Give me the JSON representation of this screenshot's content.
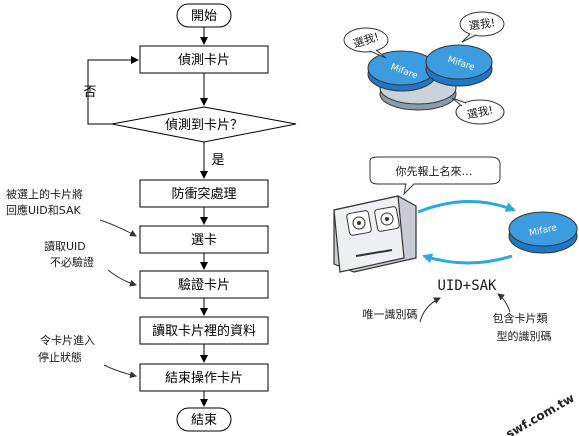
{
  "flowchart": {
    "start": "開始",
    "detect_card": "偵測卡片",
    "decision": "偵測到卡片？",
    "no_label": "否",
    "yes_label": "是",
    "anti_collision": "防衝突處理",
    "select_card": "選卡",
    "authenticate": "驗證卡片",
    "read_data": "讀取卡片裡的資料",
    "halt_card": "結束操作卡片",
    "end": "結束"
  },
  "annotations": {
    "selected_line1": "被選上的卡片將",
    "selected_line2": "回應UID和SAK",
    "read_uid_line1": "讀取UID",
    "read_uid_line2": "不必驗證",
    "halt_line1": "令卡片進入",
    "halt_line2": "停止狀態"
  },
  "illustration": {
    "bubble_1": "選我!",
    "bubble_2": "選我!",
    "bubble_3": "選我!",
    "card_label_1": "Mifare",
    "card_label_2": "Mifare",
    "reader_bubble": "你先報上名來…",
    "card_label_3": "Mifare",
    "uid_sak": "UID+SAK",
    "unique_id_label": "唯一識別碼",
    "type_id_line1": "包含卡片類",
    "type_id_line2": "型的識別碼",
    "watermark": "swf.com.tw"
  },
  "colors": {
    "card_blue": "#3d9be0",
    "arrow_blue": "#29a8e6",
    "line": "#000000"
  }
}
